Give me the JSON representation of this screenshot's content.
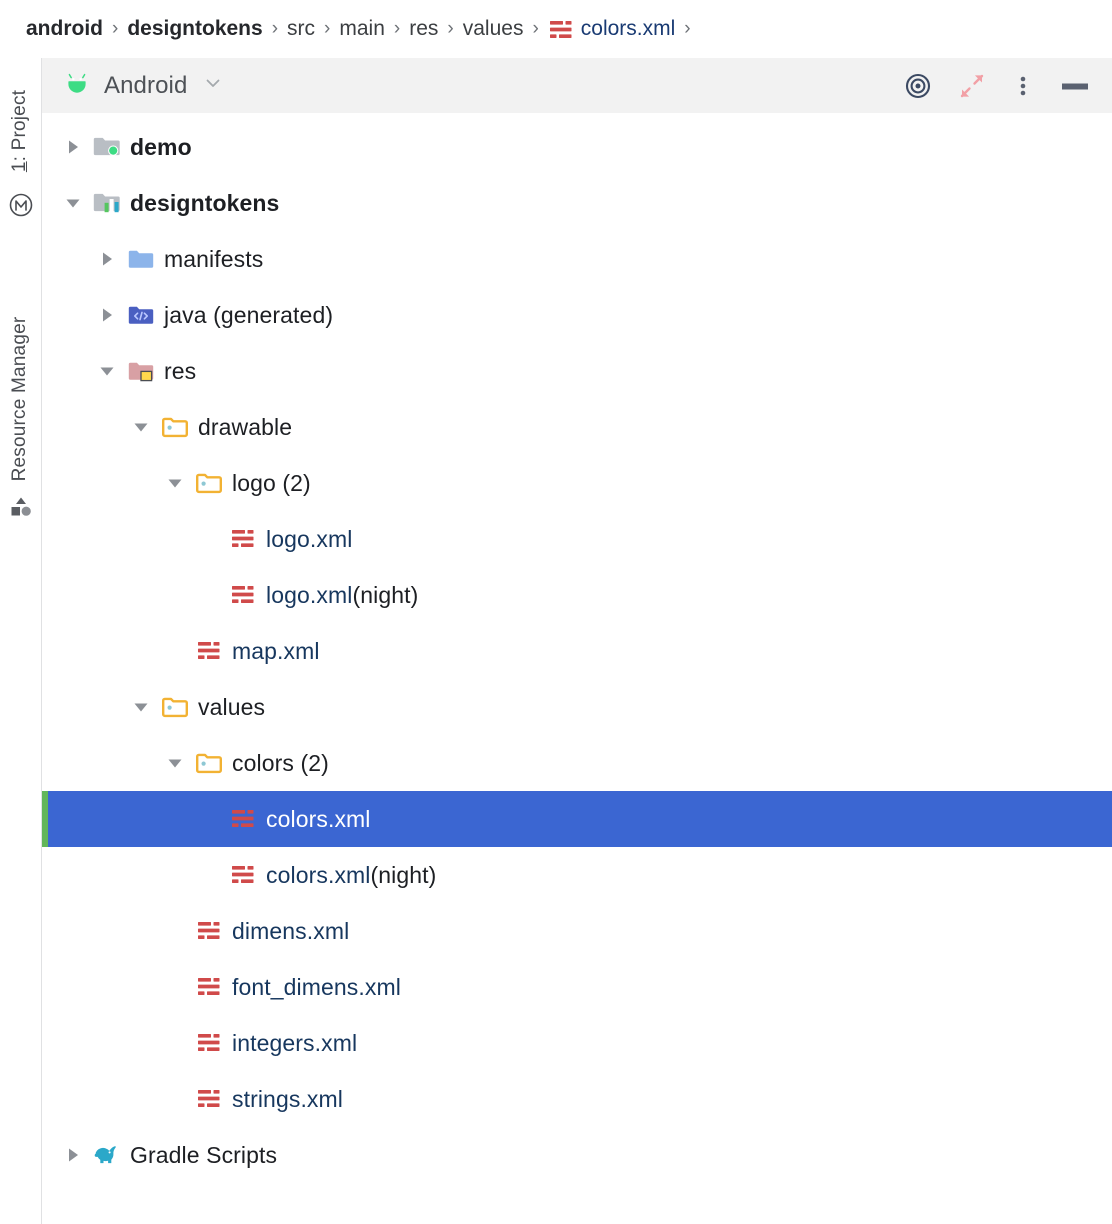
{
  "breadcrumb": {
    "name": "breadcrumb",
    "items": [
      {
        "label": "android",
        "bold": true,
        "type": "module"
      },
      {
        "label": "designtokens",
        "bold": true,
        "type": "module"
      },
      {
        "label": "src",
        "bold": false,
        "type": "dir"
      },
      {
        "label": "main",
        "bold": false,
        "type": "dir"
      },
      {
        "label": "res",
        "bold": false,
        "type": "dir"
      },
      {
        "label": "values",
        "bold": false,
        "type": "dir"
      },
      {
        "label": "colors.xml",
        "bold": false,
        "type": "file",
        "icon": "xml-file-icon"
      }
    ],
    "separator": "›",
    "trailing_separator": "›"
  },
  "tool_window": {
    "title": "Android",
    "dropdown_icon": "chevron-down-icon",
    "project_icon": "android-robot-icon",
    "actions": [
      {
        "name": "select-opened-file-icon",
        "label": "Select Opened File",
        "icon": "target-icon"
      },
      {
        "name": "collapse-all-icon",
        "label": "Collapse All",
        "icon": "collapse-arrows-icon"
      },
      {
        "name": "options-menu-icon",
        "label": "Options",
        "icon": "vertical-dots-icon"
      },
      {
        "name": "hide-icon",
        "label": "Hide",
        "icon": "minimize-bar-icon"
      }
    ]
  },
  "side_strip": {
    "project_tab": {
      "number": "1",
      "separator": ": ",
      "label": "Project"
    },
    "resource_manager_tab": {
      "label": "Resource Manager"
    },
    "m_icon": "circled-m-icon",
    "shapes_icon": "shapes-icon"
  },
  "tree": {
    "rows": [
      {
        "label": "demo",
        "qualifier": "",
        "depth": 0,
        "state": "collapsed",
        "icon": "module-folder-green-dot-icon",
        "bold": true,
        "kind": "module",
        "selected": false
      },
      {
        "label": "designtokens",
        "qualifier": "",
        "depth": 0,
        "state": "expanded",
        "icon": "module-library-icon",
        "bold": true,
        "kind": "module",
        "selected": false
      },
      {
        "label": "manifests",
        "qualifier": "",
        "depth": 1,
        "state": "collapsed",
        "icon": "blue-folder-icon",
        "bold": false,
        "kind": "folder",
        "selected": false
      },
      {
        "label": "java (generated)",
        "qualifier": "",
        "depth": 1,
        "state": "collapsed",
        "icon": "java-folder-icon",
        "bold": false,
        "kind": "folder",
        "selected": false
      },
      {
        "label": "res",
        "qualifier": "",
        "depth": 1,
        "state": "expanded",
        "icon": "res-folder-icon",
        "bold": false,
        "kind": "folder",
        "selected": false
      },
      {
        "label": "drawable",
        "qualifier": "",
        "depth": 2,
        "state": "expanded",
        "icon": "resource-folder-icon",
        "bold": false,
        "kind": "folder",
        "selected": false
      },
      {
        "label": "logo (2)",
        "qualifier": "",
        "depth": 3,
        "state": "expanded",
        "icon": "resource-folder-icon",
        "bold": false,
        "kind": "folder",
        "selected": false
      },
      {
        "label": "logo.xml",
        "qualifier": "",
        "depth": 4,
        "state": "leaf",
        "icon": "xml-file-icon",
        "bold": false,
        "kind": "xml",
        "selected": false
      },
      {
        "label": "logo.xml",
        "qualifier": " (night)",
        "depth": 4,
        "state": "leaf",
        "icon": "xml-file-icon",
        "bold": false,
        "kind": "xml",
        "selected": false
      },
      {
        "label": "map.xml",
        "qualifier": "",
        "depth": 3,
        "state": "leaf",
        "icon": "xml-file-icon",
        "bold": false,
        "kind": "xml",
        "selected": false
      },
      {
        "label": "values",
        "qualifier": "",
        "depth": 2,
        "state": "expanded",
        "icon": "resource-folder-icon",
        "bold": false,
        "kind": "folder",
        "selected": false
      },
      {
        "label": "colors (2)",
        "qualifier": "",
        "depth": 3,
        "state": "expanded",
        "icon": "resource-folder-icon",
        "bold": false,
        "kind": "folder",
        "selected": false
      },
      {
        "label": "colors.xml",
        "qualifier": "",
        "depth": 4,
        "state": "leaf",
        "icon": "xml-file-icon",
        "bold": false,
        "kind": "xml",
        "selected": true
      },
      {
        "label": "colors.xml",
        "qualifier": " (night)",
        "depth": 4,
        "state": "leaf",
        "icon": "xml-file-icon",
        "bold": false,
        "kind": "xml",
        "selected": false
      },
      {
        "label": "dimens.xml",
        "qualifier": "",
        "depth": 3,
        "state": "leaf",
        "icon": "xml-file-icon",
        "bold": false,
        "kind": "xml",
        "selected": false
      },
      {
        "label": "font_dimens.xml",
        "qualifier": "",
        "depth": 3,
        "state": "leaf",
        "icon": "xml-file-icon",
        "bold": false,
        "kind": "xml",
        "selected": false
      },
      {
        "label": "integers.xml",
        "qualifier": "",
        "depth": 3,
        "state": "leaf",
        "icon": "xml-file-icon",
        "bold": false,
        "kind": "xml",
        "selected": false
      },
      {
        "label": "strings.xml",
        "qualifier": "",
        "depth": 3,
        "state": "leaf",
        "icon": "xml-file-icon",
        "bold": false,
        "kind": "xml",
        "selected": false
      },
      {
        "label": "Gradle Scripts",
        "qualifier": "",
        "depth": 0,
        "state": "collapsed",
        "icon": "gradle-elephant-icon",
        "bold": false,
        "kind": "gradle",
        "selected": false
      }
    ]
  },
  "colors": {
    "selection_blue": "#3b66d2",
    "selection_accent_green": "#62b65a",
    "xml_text_navy": "#17375e",
    "xml_icon_red": "#d04a4a",
    "resource_folder_amber": "#f2b233",
    "android_green": "#3ddc84",
    "gradle_teal": "#2ba8c9",
    "header_background": "#f2f2f2"
  }
}
